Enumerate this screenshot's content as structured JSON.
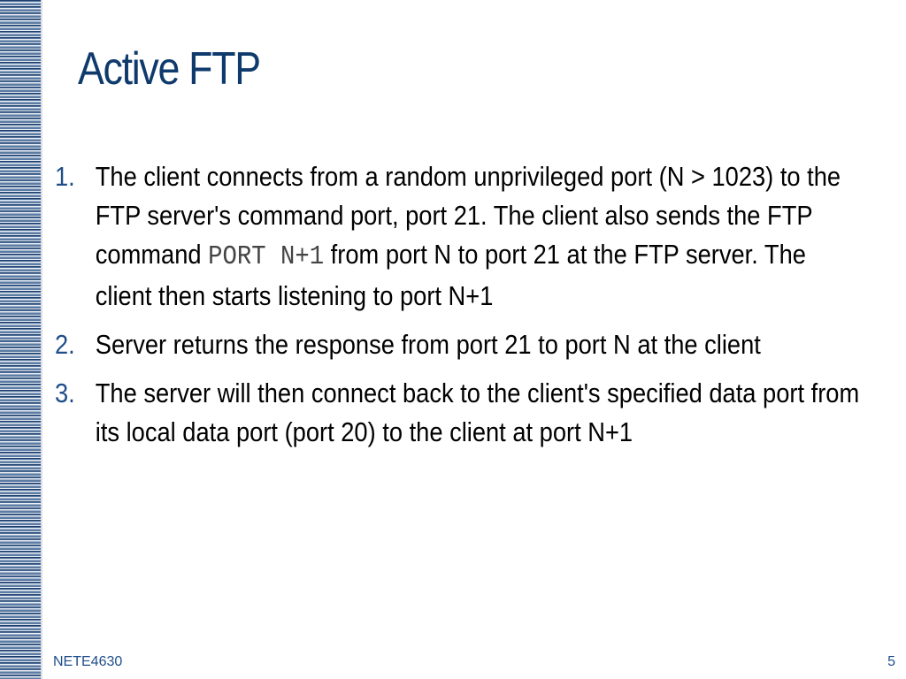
{
  "slide": {
    "title": "Active FTP",
    "items": [
      {
        "number": "1.",
        "text_before": "The client connects from a random unprivileged port (N > 1023) to the FTP server's command port, port 21. The client also sends the FTP command ",
        "code": "PORT N+1",
        "text_after": " from port N to port 21 at the FTP server. The client then starts listening to port N+1"
      },
      {
        "number": "2.",
        "text": "Server returns the response from port 21 to port N at the client"
      },
      {
        "number": "3.",
        "text": "The server will then connect back to the client's specified data port from its local data port (port 20) to the client at port N+1"
      }
    ],
    "footer": {
      "course": "NETE4630",
      "page_number": "5"
    }
  },
  "colors": {
    "title": "#0f3a6c",
    "accent": "#1f4e8a",
    "sidebar_dark": "#1e3f6e",
    "sidebar_light": "#e9eef5"
  }
}
